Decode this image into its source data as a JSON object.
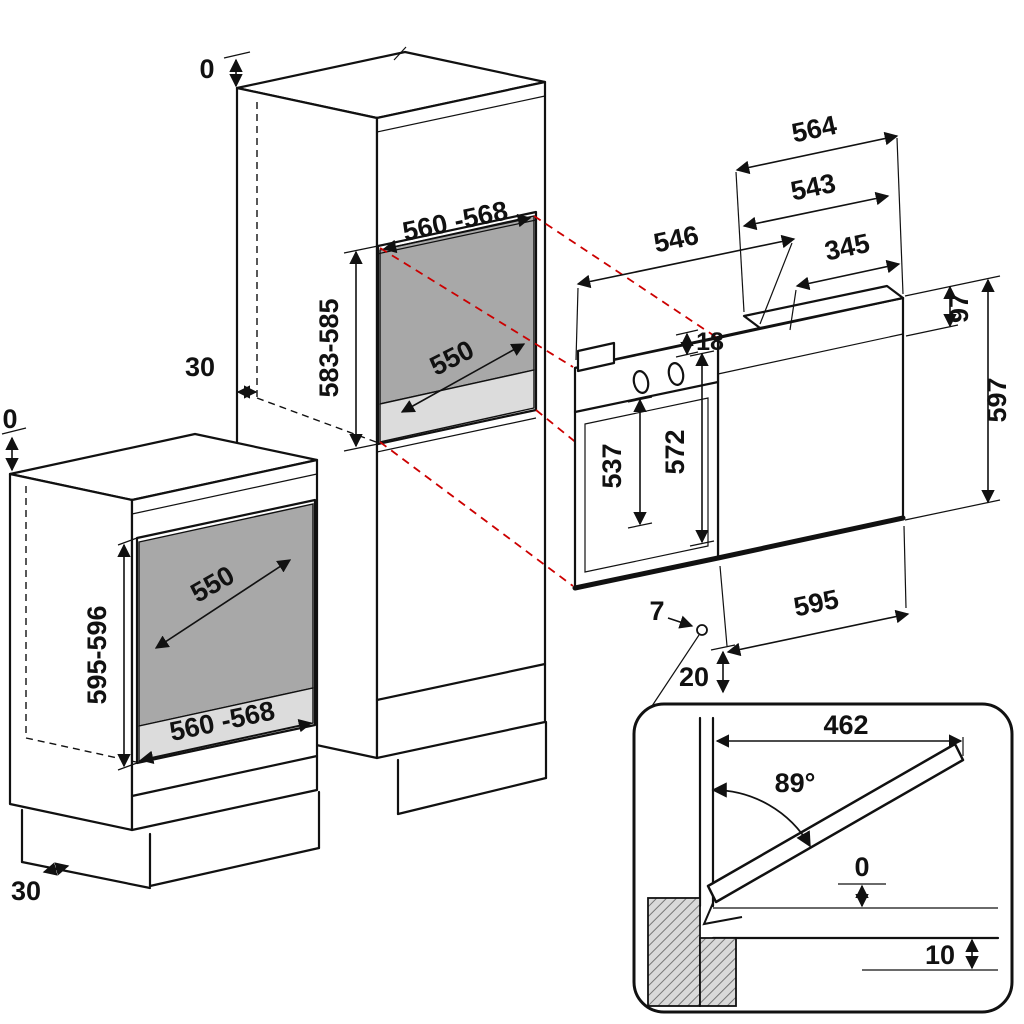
{
  "tall_unit": {
    "top_clearance": "0",
    "rear_gap": "30",
    "niche_width": "560 -568",
    "niche_height": "583-585",
    "niche_depth": "550"
  },
  "base_unit": {
    "wall_clearance": "0",
    "niche_depth": "550",
    "niche_height": "595-596",
    "niche_width": "560 -568",
    "plinth_gap": "30"
  },
  "oven": {
    "depth_546": "546",
    "depth_564": "564",
    "depth_543": "543",
    "depth_345": "345",
    "step_18": "18",
    "top_height_97": "97",
    "body_depth_537": "537",
    "front_height_572": "572",
    "height_597": "597",
    "width_595": "595",
    "hinge_gap_7": "7",
    "hinge_offset_20": "20"
  },
  "door_detail": {
    "door_width_462": "462",
    "opening_angle": "89°",
    "gap_door_0": "0",
    "gap_floor_10": "10"
  },
  "colors": {
    "projection_red": "#cc0000",
    "niche_back": "#a8a8a8",
    "niche_floor": "#dcdcdc"
  }
}
